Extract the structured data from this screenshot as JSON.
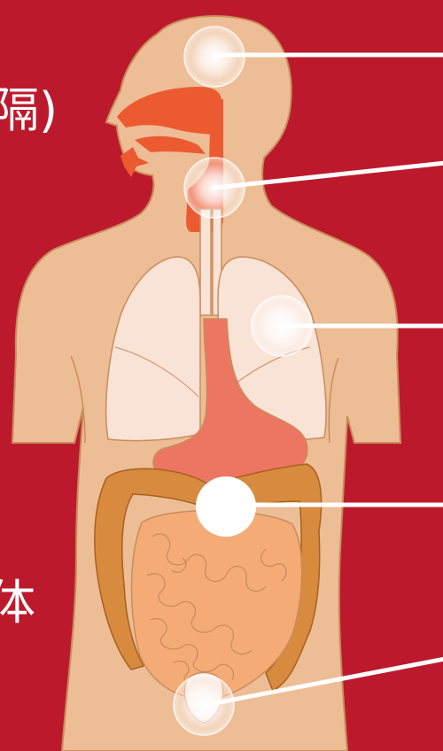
{
  "diagram": {
    "edge_text_top": "隔)",
    "edge_text_bottom": "体",
    "colors": {
      "background": "#bc1a2c",
      "skin": "#edbd96",
      "skin_outline": "#c98d5c",
      "airway": "#ec5a32",
      "lungs": "#f9e2d6",
      "stomach": "#ed7663",
      "large_intestine": "#d88a3e",
      "small_intestine": "#f4ab76",
      "marker": "#ffffff",
      "leader_line": "#ffffff"
    },
    "markers": [
      {
        "name": "head-marker"
      },
      {
        "name": "throat-marker"
      },
      {
        "name": "chest-marker"
      },
      {
        "name": "abdomen-marker"
      },
      {
        "name": "pelvis-marker"
      }
    ]
  }
}
